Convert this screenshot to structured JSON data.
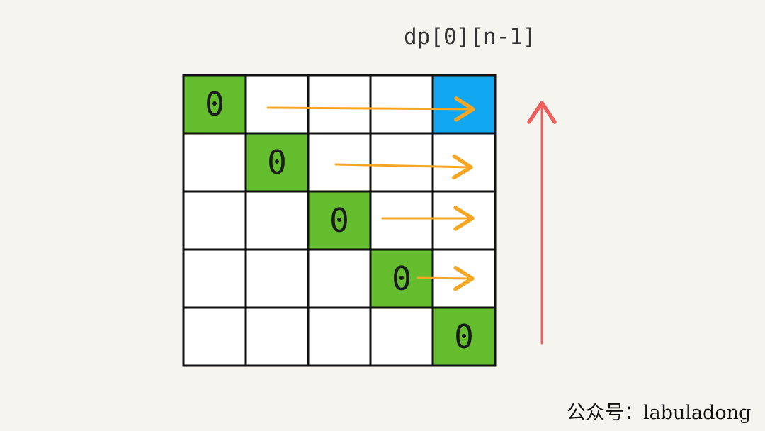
{
  "labels": {
    "target_cell": "dp[0][n-1]",
    "watermark": "公众号：labuladong"
  },
  "grid": {
    "rows": 5,
    "cols": 5,
    "diagonal_value": "0"
  },
  "colors": {
    "diagonal": "#63bd2d",
    "target": "#12a8f1",
    "row_arrow": "#f5a623",
    "direction_arrow": "#ee5f5c",
    "grid_line": "#111111",
    "cell": "#ffffff"
  }
}
